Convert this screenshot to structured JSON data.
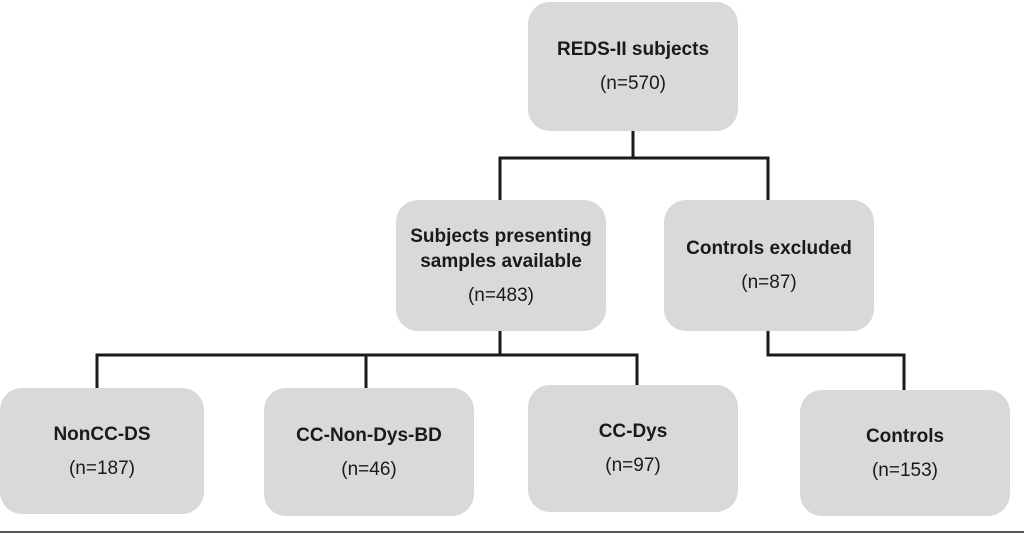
{
  "nodes": {
    "root": {
      "title": "REDS-II subjects",
      "count": "(n=570)"
    },
    "samples": {
      "title": "Subjects presenting\nsamples available",
      "count": "(n=483)"
    },
    "excluded": {
      "title": "Controls excluded",
      "count": "(n=87)"
    },
    "noncc": {
      "title": "NonCC-DS",
      "count": "(n=187)"
    },
    "ccnondys": {
      "title": "CC-Non-Dys-BD",
      "count": "(n=46)"
    },
    "ccdys": {
      "title": "CC-Dys",
      "count": "(n=97)"
    },
    "controls": {
      "title": "Controls",
      "count": "(n=153)"
    }
  },
  "colors": {
    "box": "#d9d9d9",
    "line": "#1a1a1a",
    "text": "#1a1a1a"
  }
}
